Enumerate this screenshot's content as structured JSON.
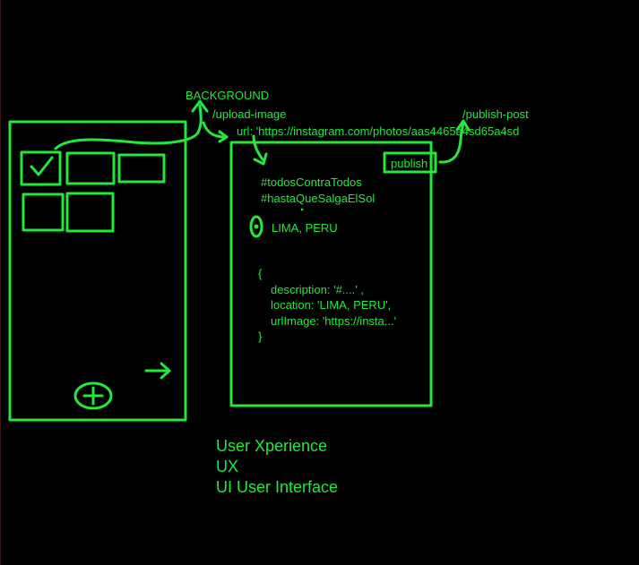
{
  "colors": {
    "background": "#000000",
    "stroke": "#22e83a"
  },
  "labels": {
    "background": "BACKGROUND",
    "upload_endpoint": "/upload-image",
    "url_line": "url: 'https://instagram.com/photos/aas4465a4sd65a4sd",
    "publish_endpoint": "/publish-post",
    "publish_button": "publish",
    "hashtag_1": "#todosContraTodos",
    "hashtag_2": "#hastaQueSalgaElSol",
    "location": "LIMA, PERU"
  },
  "payload": {
    "open_brace": "{",
    "description_line": "description: '#....' ,",
    "location_line": "location: 'LIMA, PERU',",
    "url_image_line": "urlImage: 'https://insta...'",
    "close_brace": "}"
  },
  "notes": {
    "line_1": "User Xperience",
    "line_2": "UX",
    "line_3": "UI User Interface"
  },
  "icons": {
    "checkmark": "check-icon",
    "add": "plus-circle-icon",
    "next": "arrow-right-icon",
    "location": "location-pin-icon"
  }
}
